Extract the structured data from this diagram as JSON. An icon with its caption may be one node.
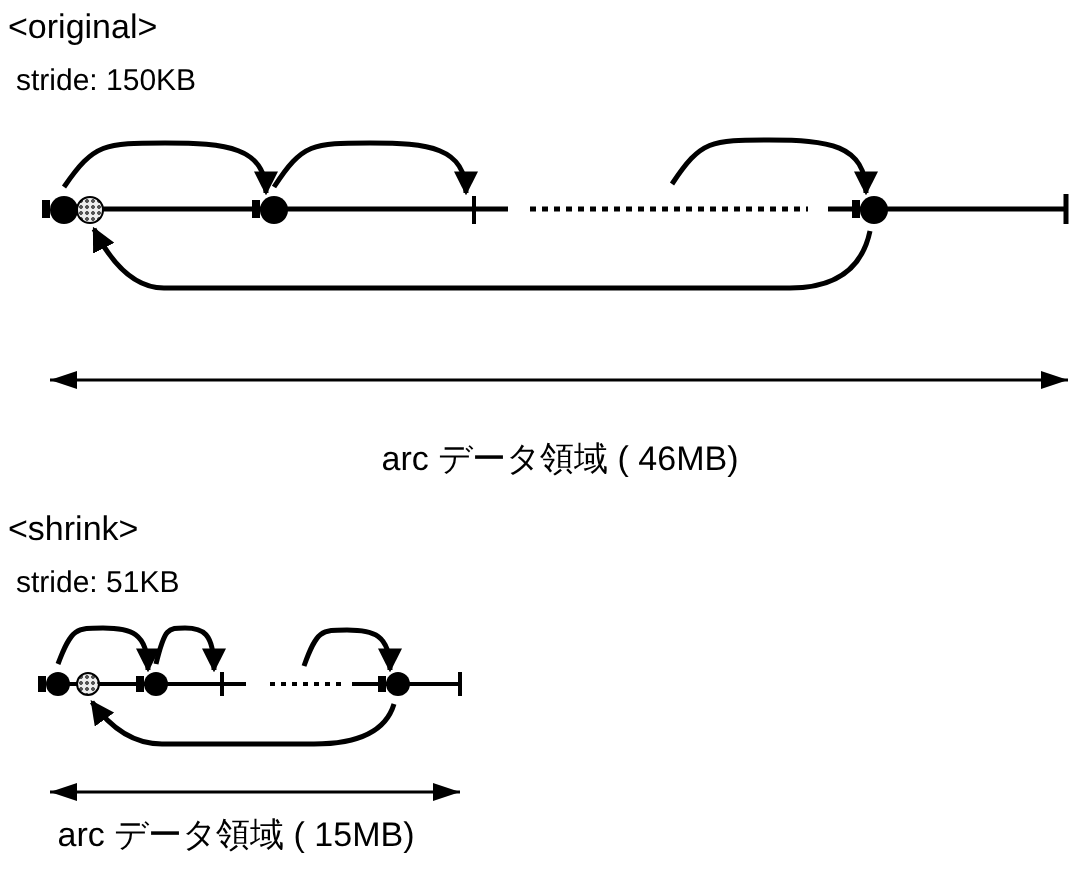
{
  "diagram": {
    "nodes": [
      {
        "text": [],
        "shape": "circle"
      },
      {
        "text": [],
        "shape": "dotted-circle"
      },
      {
        "text": [],
        "shape": "circle"
      },
      {
        "text": [],
        "shape": "bar"
      },
      {
        "text": [],
        "shape": "circle"
      },
      {
        "text": [],
        "shape": "circle"
      },
      {
        "text": [],
        "shape": "dotted-circle"
      },
      {
        "text": [],
        "shape": "circle"
      },
      {
        "text": [],
        "shape": "bar"
      },
      {
        "text": [],
        "shape": "circle"
      }
    ],
    "edges": [
      {
        "from": 0,
        "to": 2,
        "arrow": "to"
      },
      {
        "from": 2,
        "to": 3,
        "arrow": "to"
      },
      {
        "from": null,
        "to": 4,
        "arrow": "to"
      },
      {
        "from": 4,
        "to": 1,
        "arrow": "to"
      },
      {
        "from": 5,
        "to": 7,
        "arrow": "to"
      },
      {
        "from": 7,
        "to": 8,
        "arrow": "to"
      },
      {
        "from": null,
        "to": 9,
        "arrow": "to"
      },
      {
        "from": 9,
        "to": 6,
        "arrow": "to"
      }
    ],
    "labels": [
      "<original>",
      "stride: 150KB",
      "arc データ領域 ( 46MB)",
      "<shrink>",
      "stride: 51KB",
      "arc データ領域 ( 15MB)"
    ]
  }
}
